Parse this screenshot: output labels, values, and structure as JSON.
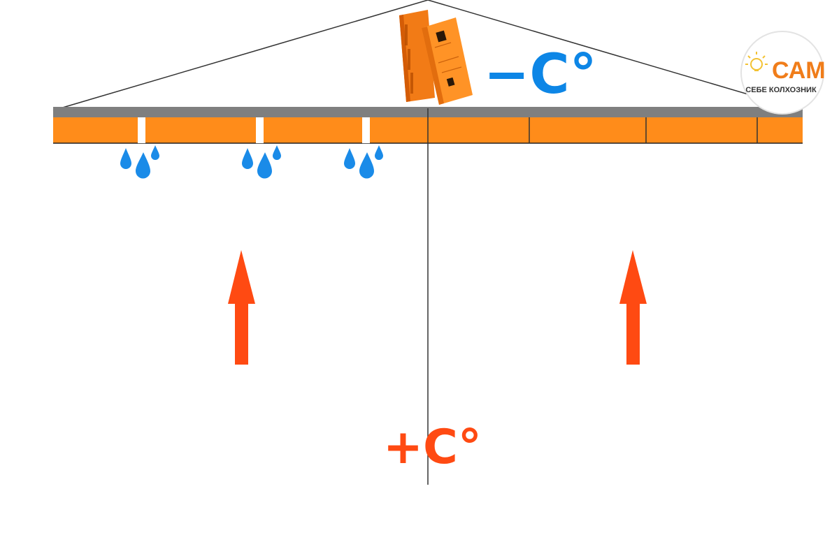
{
  "labels": {
    "cold_temperature": "−C°",
    "warm_temperature": "+C°"
  },
  "logo": {
    "title": "САМ",
    "subtitle": "СЕБЕ КОЛХОЗНИК",
    "icon": "lightbulb-icon",
    "accent_color": "#f07d1a"
  },
  "colors": {
    "insulation_orange": "#ff8c1a",
    "roof_grey": "#808080",
    "cold_blue": "#0d86e6",
    "heat_red": "#ff4a12",
    "water_blue": "#1a8be8"
  },
  "diagram": {
    "gap_count": 3,
    "drops_per_gap": 3,
    "warm_arrows": 2
  }
}
